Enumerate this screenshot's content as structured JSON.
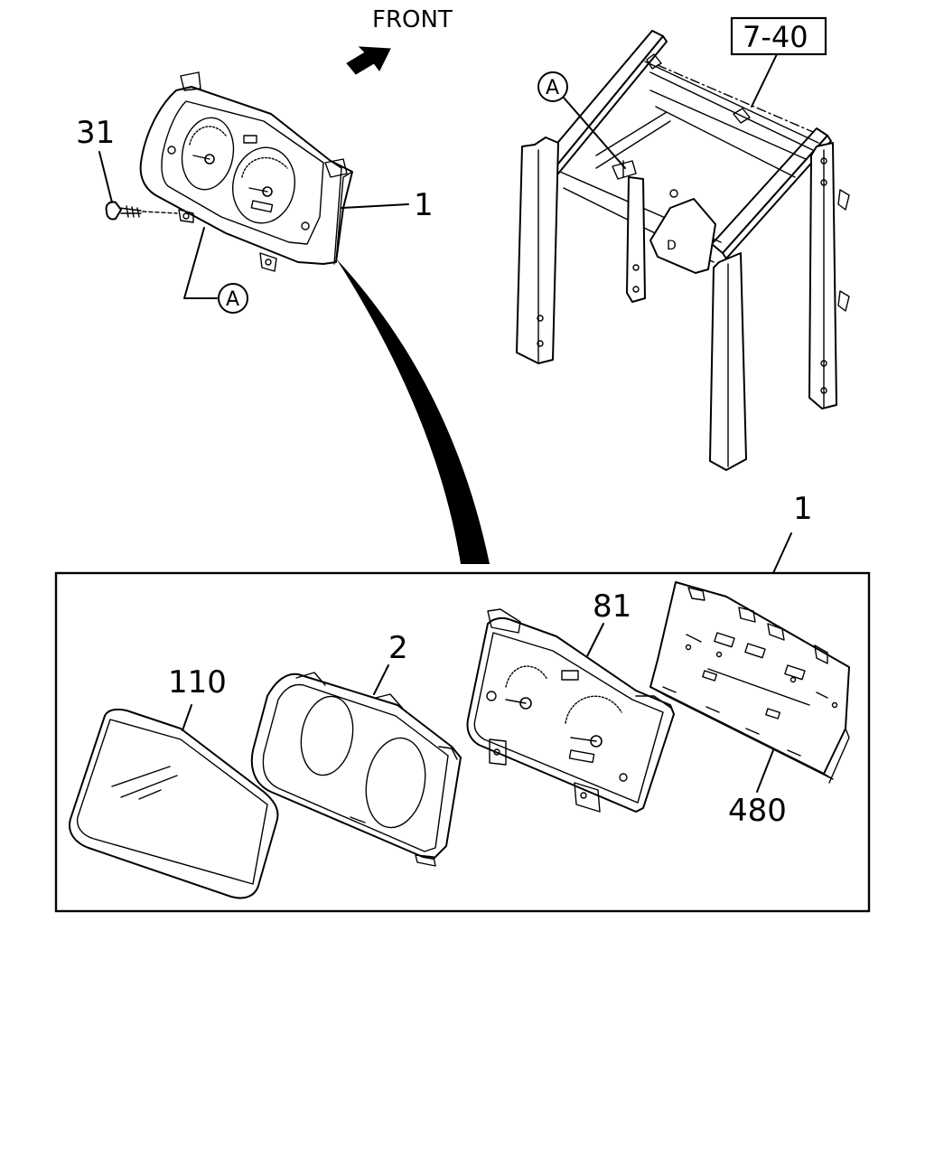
{
  "direction": {
    "label": "FRONT"
  },
  "reference": {
    "label": "7-40"
  },
  "callout": {
    "letter": "A"
  },
  "parts": {
    "screw": "31",
    "cluster_assembly": "1",
    "cluster_assembly_exploded": "1",
    "lens": "110",
    "bezel": "2",
    "meter_face": "81",
    "circuit_board": "480"
  }
}
